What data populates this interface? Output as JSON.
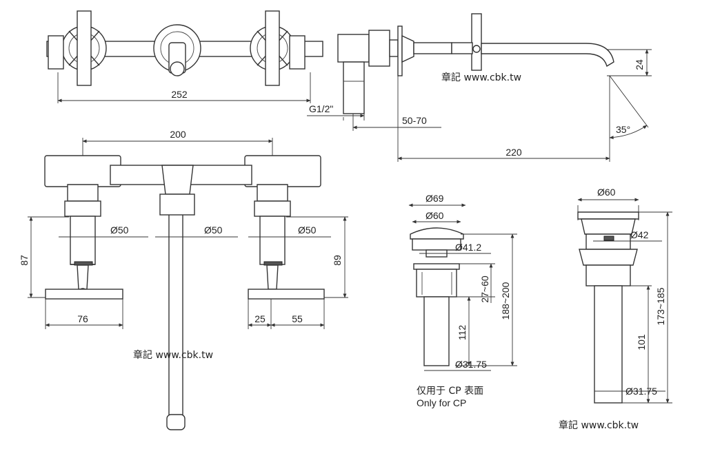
{
  "top_view": {
    "width_label": "252"
  },
  "side_view": {
    "thread_label": "G1/2\"",
    "wall_label": "50-70",
    "reach_label": "220",
    "height_label": "24",
    "angle_label": "35°",
    "watermark": "章記 www.cbk.tw"
  },
  "front_view": {
    "spacing_label": "200",
    "dia_left": "Ø50",
    "dia_center": "Ø50",
    "dia_right": "Ø50",
    "height_left": "87",
    "height_right": "89",
    "handle_left": "76",
    "handle_right_a": "25",
    "handle_right_b": "55",
    "watermark": "章記 www.cbk.tw"
  },
  "drain_a": {
    "dia_outer": "Ø69",
    "dia_cap": "Ø60",
    "dia_inner": "Ø41.2",
    "range_label": "27~60",
    "total_label": "188~200",
    "tail_label": "112",
    "pipe_dia": "Ø31.75",
    "note_cn": "仅用于 CP 表面",
    "note_en": "Only for CP"
  },
  "drain_b": {
    "dia_cap": "Ø60",
    "dia_inner": "Ø42",
    "tail_label": "101",
    "total_label": "173~185",
    "pipe_dia": "Ø31.75",
    "watermark": "章記 www.cbk.tw"
  }
}
